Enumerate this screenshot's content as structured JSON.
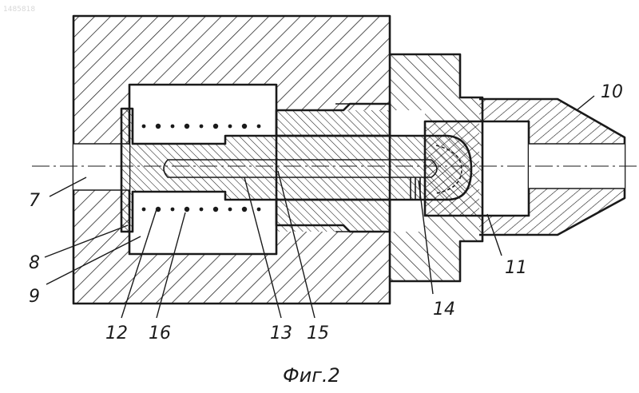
{
  "figure": {
    "corner_mark": "1485818",
    "caption": "Фиг.2",
    "labels": {
      "l7": "7",
      "l8": "8",
      "l9": "9",
      "l10": "10",
      "l11": "11",
      "l12": "12",
      "l13": "13",
      "l14": "14",
      "l15": "15",
      "l16": "16"
    }
  },
  "colors": {
    "ink": "#1a1a1a",
    "paper": "#ffffff"
  }
}
